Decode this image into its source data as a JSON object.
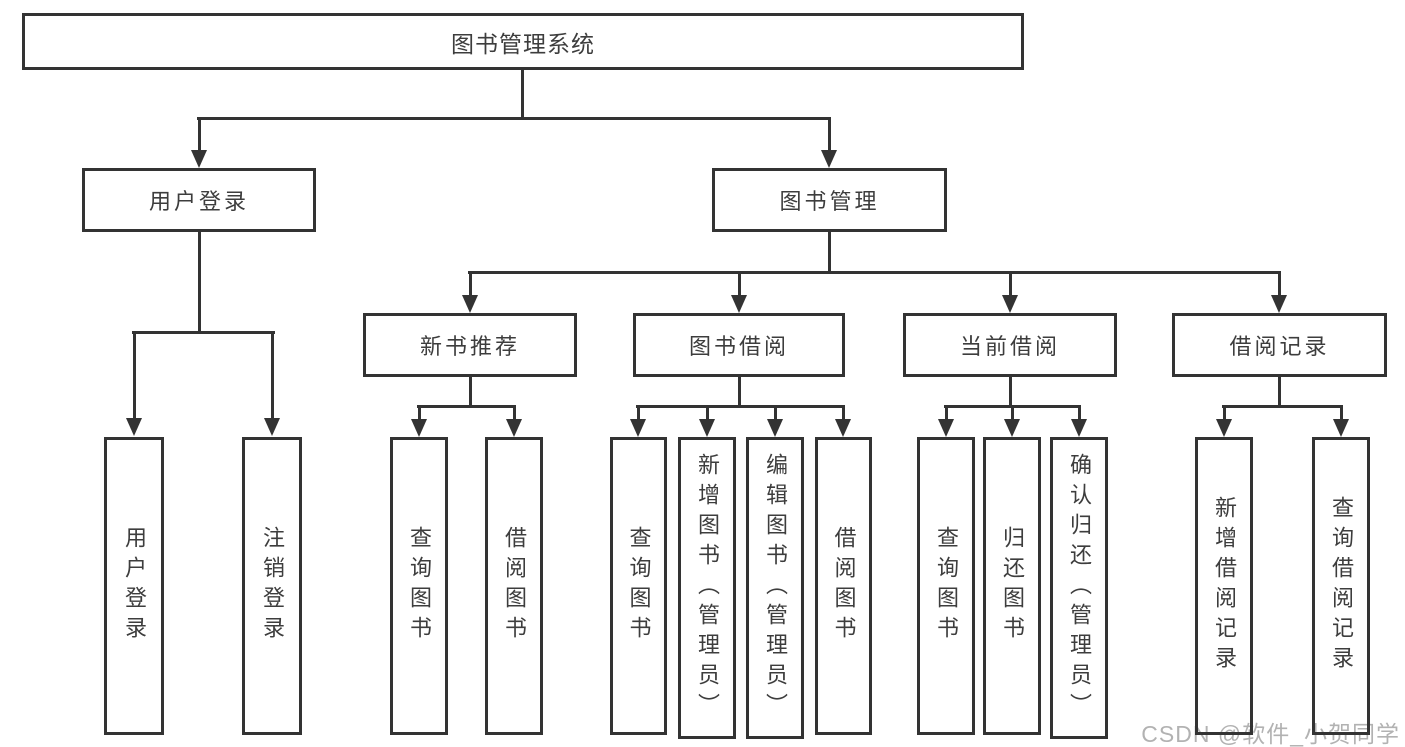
{
  "diagram": {
    "root": {
      "label": "图书管理系统"
    },
    "branches": [
      {
        "label": "用户登录",
        "children": [
          {
            "label": "用户登录"
          },
          {
            "label": "注销登录"
          }
        ]
      },
      {
        "label": "图书管理",
        "children": [
          {
            "label": "新书推荐",
            "children": [
              {
                "label": "查询图书"
              },
              {
                "label": "借阅图书"
              }
            ]
          },
          {
            "label": "图书借阅",
            "children": [
              {
                "label": "查询图书"
              },
              {
                "label": "新增图书（管理员）"
              },
              {
                "label": "编辑图书（管理员）"
              },
              {
                "label": "借阅图书"
              }
            ]
          },
          {
            "label": "当前借阅",
            "children": [
              {
                "label": "查询图书"
              },
              {
                "label": "归还图书"
              },
              {
                "label": "确认归还（管理员）"
              }
            ]
          },
          {
            "label": "借阅记录",
            "children": [
              {
                "label": "新增借阅记录"
              },
              {
                "label": "查询借阅记录"
              }
            ]
          }
        ]
      }
    ]
  },
  "watermark": {
    "text": "CSDN @软件_小贺同学"
  },
  "colors": {
    "line": "#333333",
    "text": "#3d3d3d",
    "watermark": "#b2b2b2",
    "background": "#ffffff"
  }
}
